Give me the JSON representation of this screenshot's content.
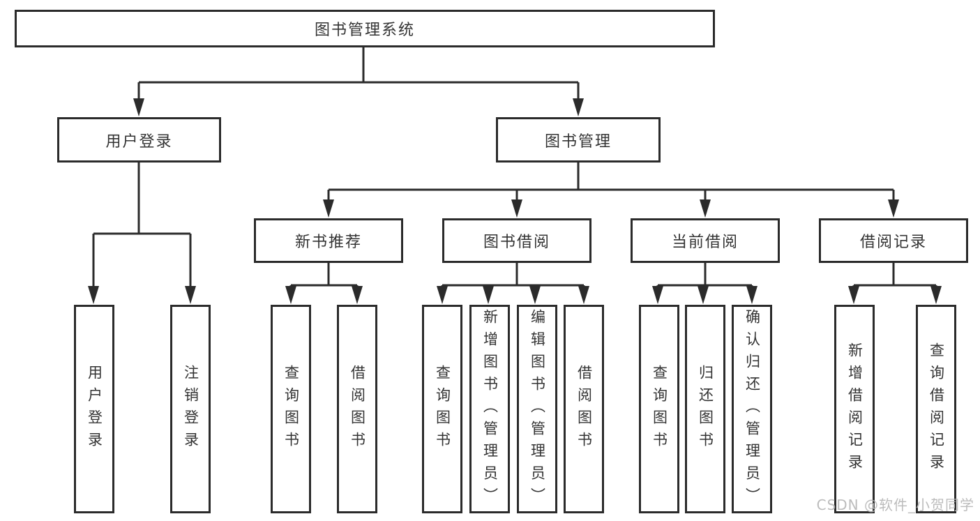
{
  "diagram": {
    "root": {
      "label": "图书管理系统"
    },
    "user_login": {
      "label": "用户登录",
      "children": {
        "login": {
          "label": "用户登录"
        },
        "logout": {
          "label": "注销登录"
        }
      }
    },
    "book_mgmt": {
      "label": "图书管理",
      "children": {
        "new_book_rec": {
          "label": "新书推荐",
          "children": {
            "query_book": {
              "label": "查询图书"
            },
            "borrow_book": {
              "label": "借阅图书"
            }
          }
        },
        "book_borrow": {
          "label": "图书借阅",
          "children": {
            "query_book": {
              "label": "查询图书"
            },
            "add_book": {
              "label": "新增图书（管理员）"
            },
            "edit_book": {
              "label": "编辑图书（管理员）"
            },
            "borrow_book": {
              "label": "借阅图书"
            }
          }
        },
        "current_borrow": {
          "label": "当前借阅",
          "children": {
            "query_book": {
              "label": "查询图书"
            },
            "return_book": {
              "label": "归还图书"
            },
            "confirm_return": {
              "label": "确认归还（管理员）"
            }
          }
        },
        "borrow_records": {
          "label": "借阅记录",
          "children": {
            "add_record": {
              "label": "新增借阅记录"
            },
            "query_record": {
              "label": "查询借阅记录"
            }
          }
        }
      }
    }
  },
  "watermark": {
    "label": "CSDN @软件_小贺同学"
  },
  "colors": {
    "line": "#2b2b2b",
    "text": "#333333",
    "watermark": "#b5b5b5",
    "background": "#ffffff"
  }
}
